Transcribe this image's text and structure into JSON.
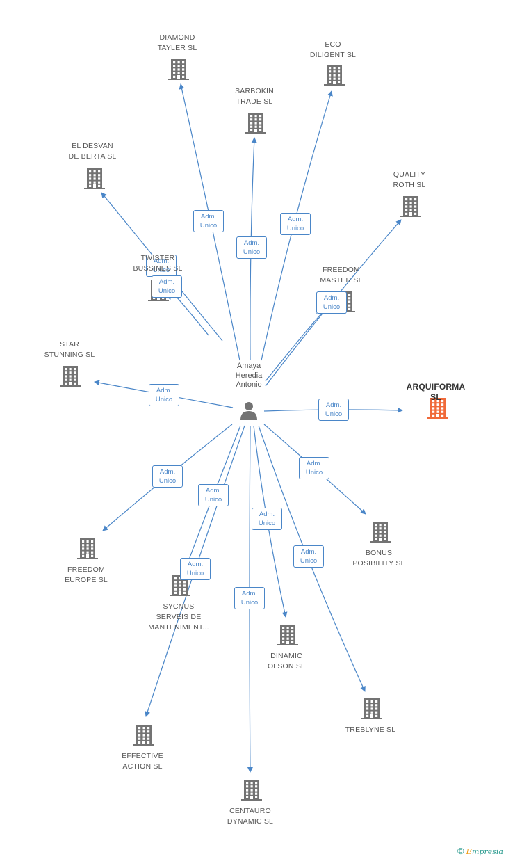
{
  "person": {
    "name": "Amaya\nHeredia\nAntonio",
    "icon": "person-icon"
  },
  "edge_label": "Adm.\nUnico",
  "colors": {
    "edge": "#4a86c8",
    "building": "#737373",
    "highlight": "#f06a3a"
  },
  "footer": {
    "copyright": "©",
    "brand_e": "E",
    "brand_rest": "mpresia"
  },
  "companies": [
    {
      "id": "diamond-tayler",
      "name": "DIAMOND\nTAYLER SL"
    },
    {
      "id": "eco-diligent",
      "name": "ECO\nDILIGENT SL"
    },
    {
      "id": "sarbokin-trade",
      "name": "SARBOKIN\nTRADE SL"
    },
    {
      "id": "el-desvan-de-berta",
      "name": "EL DESVAN\nDE BERTA SL"
    },
    {
      "id": "quality-roth",
      "name": "QUALITY\nROTH SL"
    },
    {
      "id": "twister-bussines",
      "name": "TWISTER\nBUSSINES SL"
    },
    {
      "id": "freedom-master",
      "name": "FREEDOM\nMASTER SL"
    },
    {
      "id": "star-stunning",
      "name": "STAR\nSTUNNING SL"
    },
    {
      "id": "arquiforma",
      "name": "ARQUIFORMA SL",
      "highlight": true
    },
    {
      "id": "freedom-europe",
      "name": "FREEDOM\nEUROPE SL"
    },
    {
      "id": "bonus-posibility",
      "name": "BONUS\nPOSIBILITY SL"
    },
    {
      "id": "sycnus-serveis",
      "name": "SYCNUS\nSERVEIS DE\nMANTENIMENT..."
    },
    {
      "id": "dinamic-olson",
      "name": "DINAMIC\nOLSON SL"
    },
    {
      "id": "treblyne",
      "name": "TREBLYNE SL"
    },
    {
      "id": "effective-action",
      "name": "EFFECTIVE\nACTION SL"
    },
    {
      "id": "centauro-dynamic",
      "name": "CENTAURO\nDYNAMIC SL"
    }
  ]
}
